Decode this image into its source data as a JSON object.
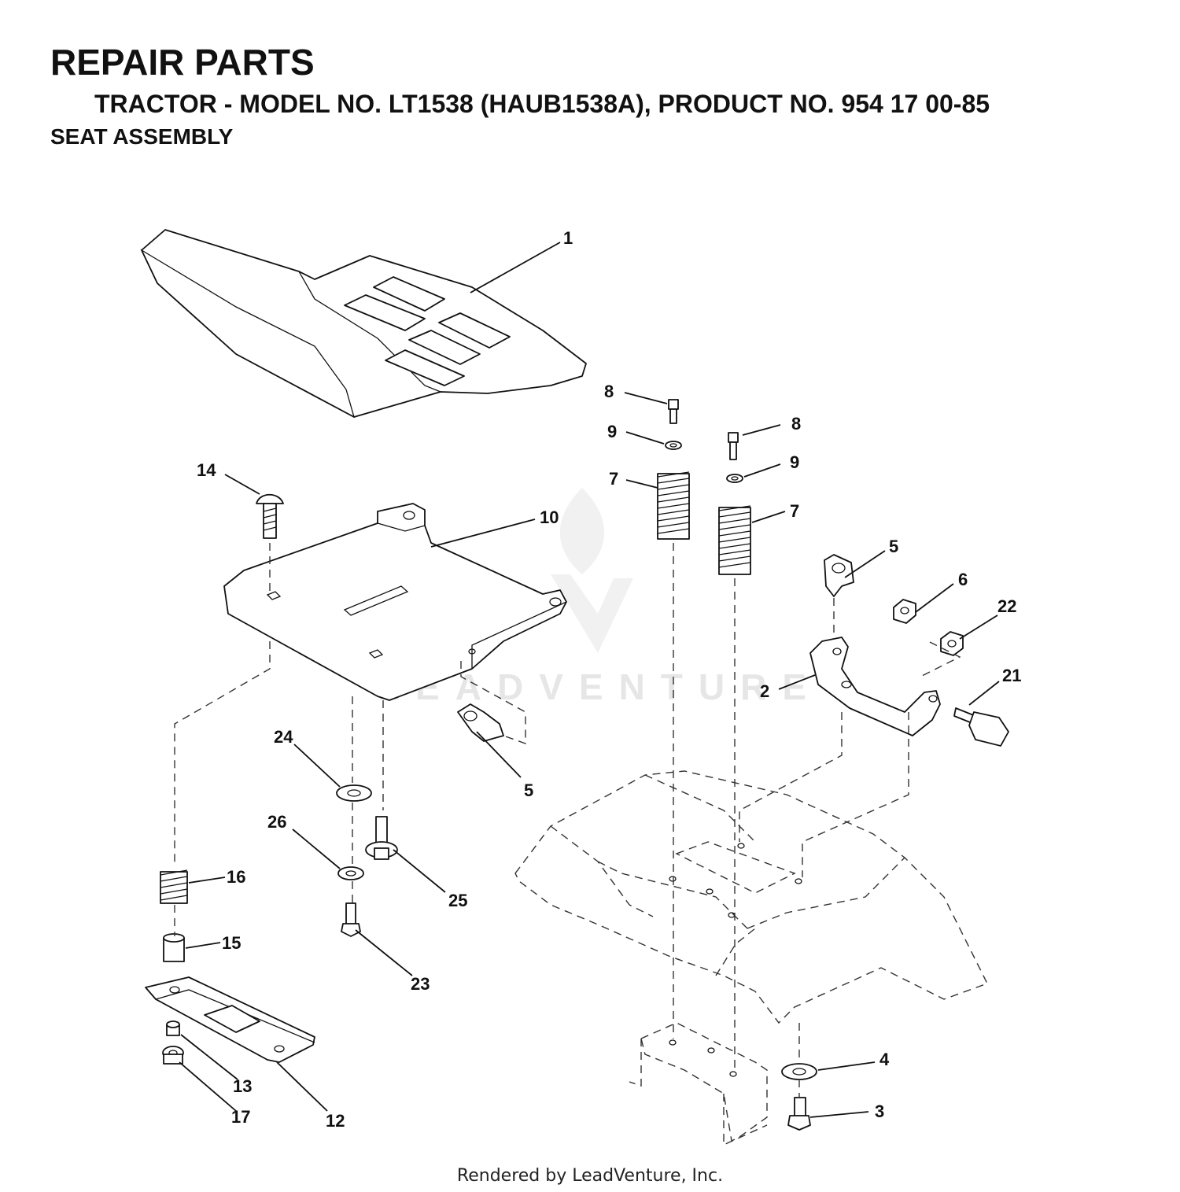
{
  "header": {
    "title": "REPAIR PARTS",
    "subtitle": "TRACTOR - MODEL NO. LT1538 (HAUB1538A), PRODUCT NO. 954 17 00-85",
    "section": "SEAT  ASSEMBLY"
  },
  "watermark": "LEADVENTURE",
  "footer": "Rendered by LeadVenture, Inc.",
  "callouts": [
    {
      "label": "1",
      "part": "seat"
    },
    {
      "label": "2",
      "part": "bracket"
    },
    {
      "label": "3",
      "part": "bolt"
    },
    {
      "label": "4",
      "part": "washer"
    },
    {
      "label": "5",
      "part": "clip"
    },
    {
      "label": "5",
      "part": "clip"
    },
    {
      "label": "6",
      "part": "nut"
    },
    {
      "label": "7",
      "part": "spring"
    },
    {
      "label": "7",
      "part": "spring"
    },
    {
      "label": "8",
      "part": "screw"
    },
    {
      "label": "8",
      "part": "screw"
    },
    {
      "label": "9",
      "part": "washer"
    },
    {
      "label": "9",
      "part": "washer"
    },
    {
      "label": "10",
      "part": "seat-pan"
    },
    {
      "label": "12",
      "part": "slide-plate"
    },
    {
      "label": "13",
      "part": "nut"
    },
    {
      "label": "14",
      "part": "carriage-bolt"
    },
    {
      "label": "15",
      "part": "spacer"
    },
    {
      "label": "16",
      "part": "spring"
    },
    {
      "label": "17",
      "part": "nut"
    },
    {
      "label": "21",
      "part": "bolt"
    },
    {
      "label": "22",
      "part": "nut"
    },
    {
      "label": "23",
      "part": "screw"
    },
    {
      "label": "24",
      "part": "washer"
    },
    {
      "label": "25",
      "part": "screw"
    },
    {
      "label": "26",
      "part": "washer"
    }
  ]
}
